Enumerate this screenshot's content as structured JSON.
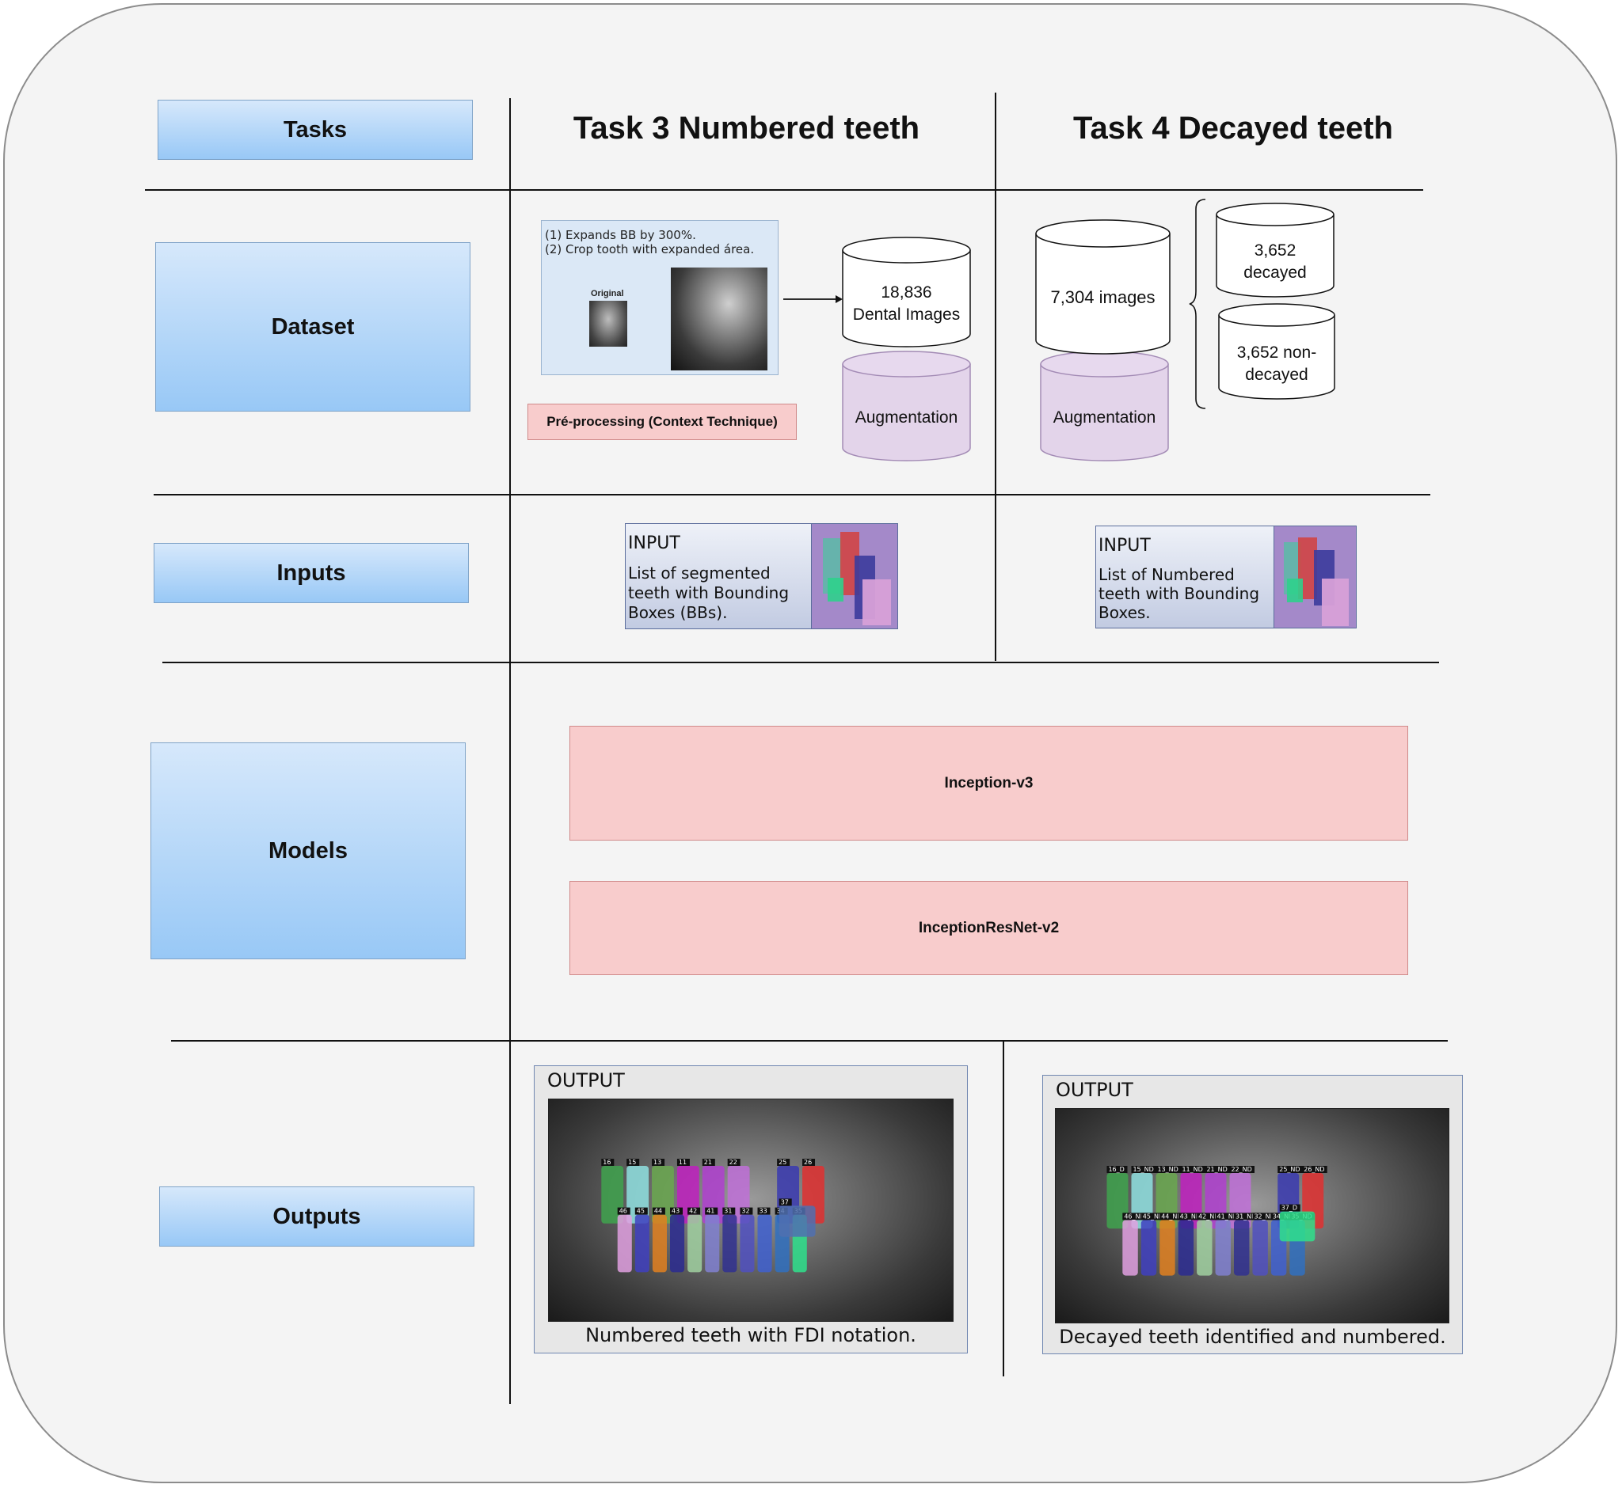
{
  "rows": {
    "tasks": "Tasks",
    "dataset": "Dataset",
    "inputs": "Inputs",
    "models": "Models",
    "outputs": "Outputs"
  },
  "task3": {
    "title": "Task 3 Numbered teeth",
    "preprocess_step1": "(1)  Expands BB by 300%.",
    "preprocess_step2": "(2)  Crop tooth with expanded área.",
    "original_label": "Original",
    "preprocess_label": "Pré-processing (Context Technique)",
    "dataset_count": "18,836",
    "dataset_name": "Dental Images",
    "augmentation": "Augmentation",
    "input_title": "INPUT",
    "input_desc_1": "List of segmented",
    "input_desc_2": "teeth with Bounding",
    "input_desc_3": "Boxes (BBs).",
    "output_title": "OUTPUT",
    "output_caption": "Numbered teeth with FDI notation."
  },
  "task4": {
    "title": "Task 4 Decayed teeth",
    "dataset_count": "7,304 images",
    "decayed_1": "3,652",
    "decayed_2": "decayed",
    "nondecayed_1": "3,652 non-",
    "nondecayed_2": "decayed",
    "augmentation": "Augmentation",
    "input_title": "INPUT",
    "input_desc_1": "List of Numbered",
    "input_desc_2": "teeth with Bounding",
    "input_desc_3": "Boxes.",
    "output_title": "OUTPUT",
    "output_caption": "Decayed teeth identified and numbered."
  },
  "models": {
    "model1": "Inception-v3",
    "model2": "InceptionResNet-v2"
  },
  "tooth_labels_t3": [
    "16",
    "15",
    "13",
    "11",
    "21",
    "22",
    "25",
    "26",
    "46",
    "45",
    "44",
    "43",
    "42",
    "41",
    "31",
    "32",
    "33",
    "34",
    "35",
    "37"
  ],
  "tooth_labels_t4": [
    "16_D",
    "15_ND",
    "13_ND",
    "11_ND",
    "21_ND",
    "22_ND",
    "25_ND",
    "26_ND",
    "46_ND",
    "45_ND",
    "44_ND",
    "43_ND",
    "42_ND",
    "41_ND",
    "31_ND",
    "32_ND",
    "34_ND",
    "35_ND",
    "37_D"
  ],
  "colors": {
    "row_label_top": "#d6e8fb",
    "row_label_bottom": "#98c8f6",
    "model_box": "#f8cccc",
    "augmentation": "#e3d4ea",
    "input_thumb": "#a489c9"
  }
}
